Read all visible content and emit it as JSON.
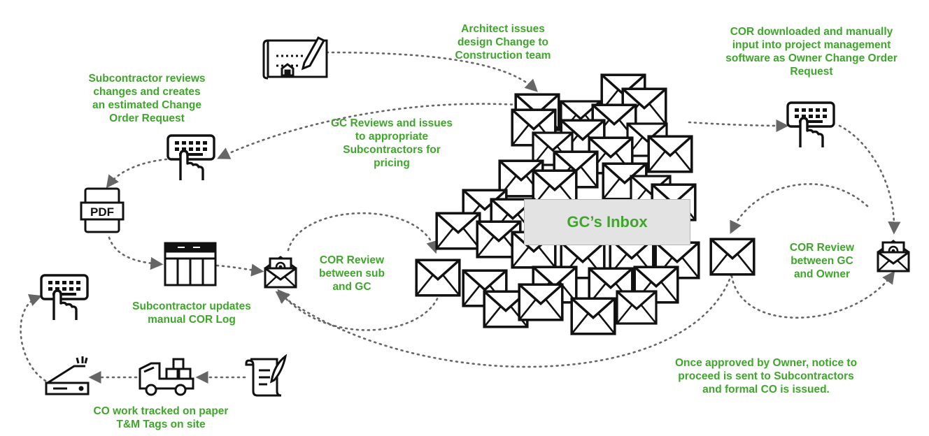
{
  "labels": {
    "architect": "Architect issues\ndesign Change to\nConstruction team",
    "cor_download": "COR downloaded and manually\ninput into project management\nsoftware as Owner Change Order\nRequest",
    "sub_reviews": "Subcontractor reviews\nchanges and creates\nan estimated Change\nOrder Request",
    "gc_reviews": "GC Reviews and issues\nto appropriate\nSubcontractors for\npricing",
    "cor_review_sub": "COR Review\nbetween sub\nand GC",
    "cor_review_owner": "COR Review\nbetween GC\nand Owner",
    "sub_updates": "Subcontractor updates\nmanual COR Log",
    "approved": "Once approved by Owner, notice to\nproceed is sent to Subcontractors\nand formal CO is issued.",
    "co_work": "CO work tracked on paper\nT&M Tags on site",
    "inbox": "GC’s Inbox"
  },
  "icons": {
    "pdf_text": "PDF"
  },
  "colors": {
    "accent": "#3ea62a",
    "icon": "#111111",
    "arrow": "#666666",
    "inbox_bg": "#e3e3e3"
  }
}
